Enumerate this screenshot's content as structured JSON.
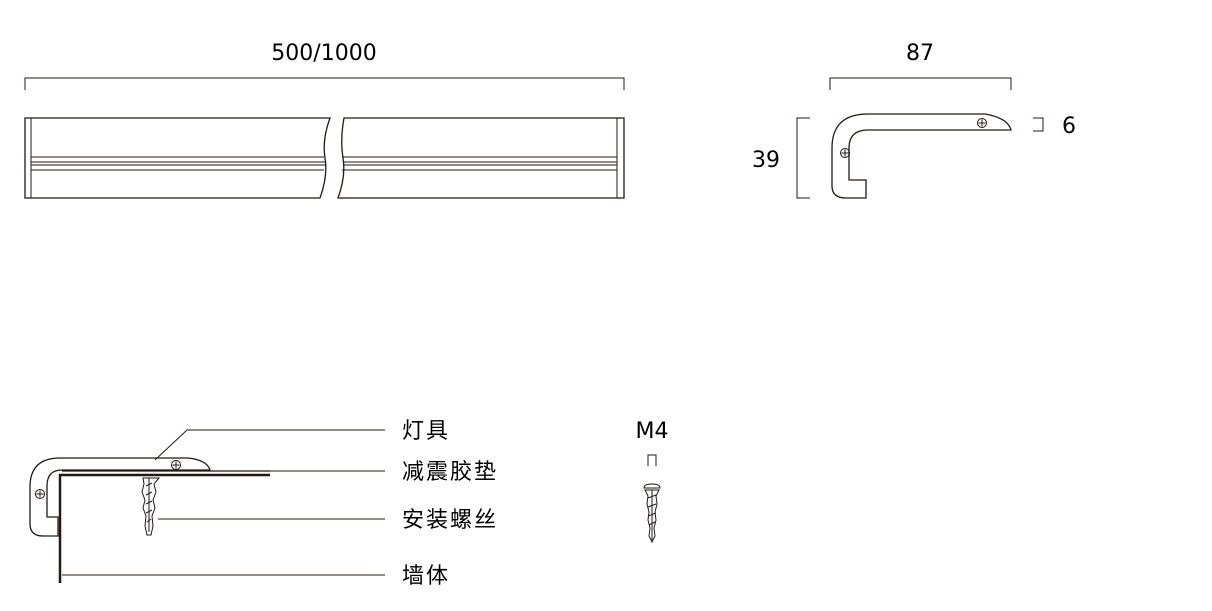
{
  "dimensions": {
    "length": "500/1000",
    "width": "87",
    "height": "39",
    "thickness": "6"
  },
  "screw": {
    "size": "M4"
  },
  "labels": {
    "fixture": "灯具",
    "pad": "减震胶垫",
    "screw": "安装螺丝",
    "wall": "墙体"
  },
  "colors": {
    "line": "#231815",
    "background": "#ffffff"
  }
}
